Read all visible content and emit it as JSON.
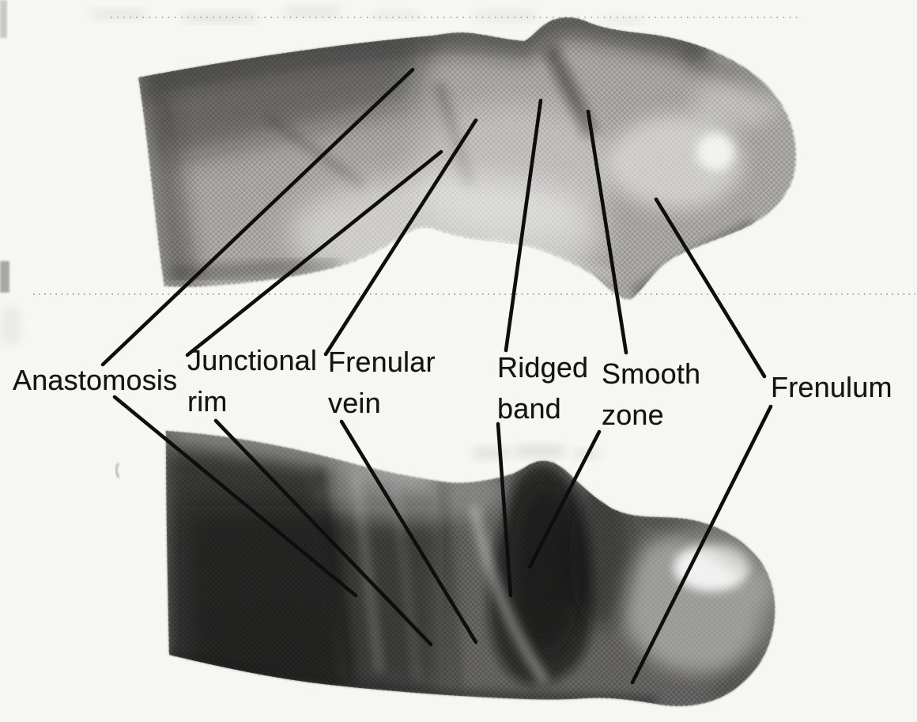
{
  "figure": {
    "type": "anatomical-diagram-scanned-book-figure",
    "views": {
      "top_photo": "dorsal view photograph (halftone print)",
      "bottom_photo": "ventral view photograph (halftone print)"
    },
    "labels": {
      "anastomosis": "Anastomosis",
      "junctional_rim_line1": "Junctional",
      "junctional_rim_line2": "rim",
      "frenular_vein_line1": "Frenular",
      "frenular_vein_line2": "vein",
      "ridged_band_line1": "Ridged",
      "ridged_band_line2": "band",
      "smooth_zone_line1": "Smooth",
      "smooth_zone_line2": "zone",
      "frenulum": "Frenulum"
    },
    "colors": {
      "ink": "#0e0e0e",
      "paper": "#f6f6f2",
      "halftone_mid": "#9a9a94"
    }
  }
}
